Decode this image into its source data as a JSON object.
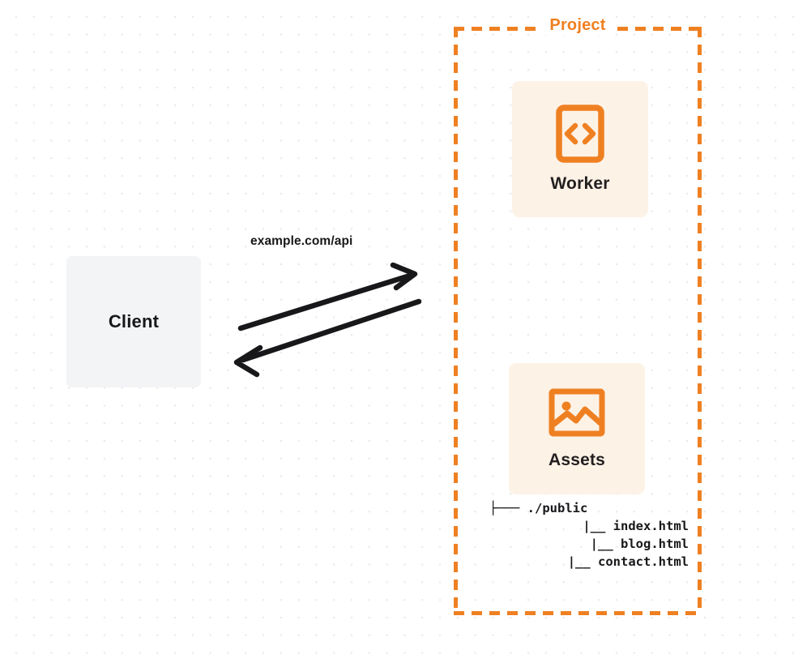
{
  "diagram": {
    "client": {
      "label": "Client",
      "icon": "client-box-icon"
    },
    "connection": {
      "label": "example.com/api",
      "request_arrow": "arrow-right-icon",
      "response_arrow": "arrow-left-icon"
    },
    "project": {
      "title": "Project",
      "border_color": "#ef8022",
      "services": [
        {
          "label": "Worker",
          "icon": "code-brackets-icon",
          "icon_color": "#ef8022",
          "card_color": "#fdf2e6"
        },
        {
          "label": "Assets",
          "icon": "image-picture-icon",
          "icon_color": "#ef8022",
          "card_color": "#fdf2e6"
        }
      ],
      "file_tree": [
        {
          "prefix": "├─── ",
          "name": "./public"
        },
        {
          "prefix": "|__ ",
          "name": "index.html"
        },
        {
          "prefix": "|__ ",
          "name": "blog.html"
        },
        {
          "prefix": "|__ ",
          "name": "contact.html"
        }
      ]
    }
  }
}
